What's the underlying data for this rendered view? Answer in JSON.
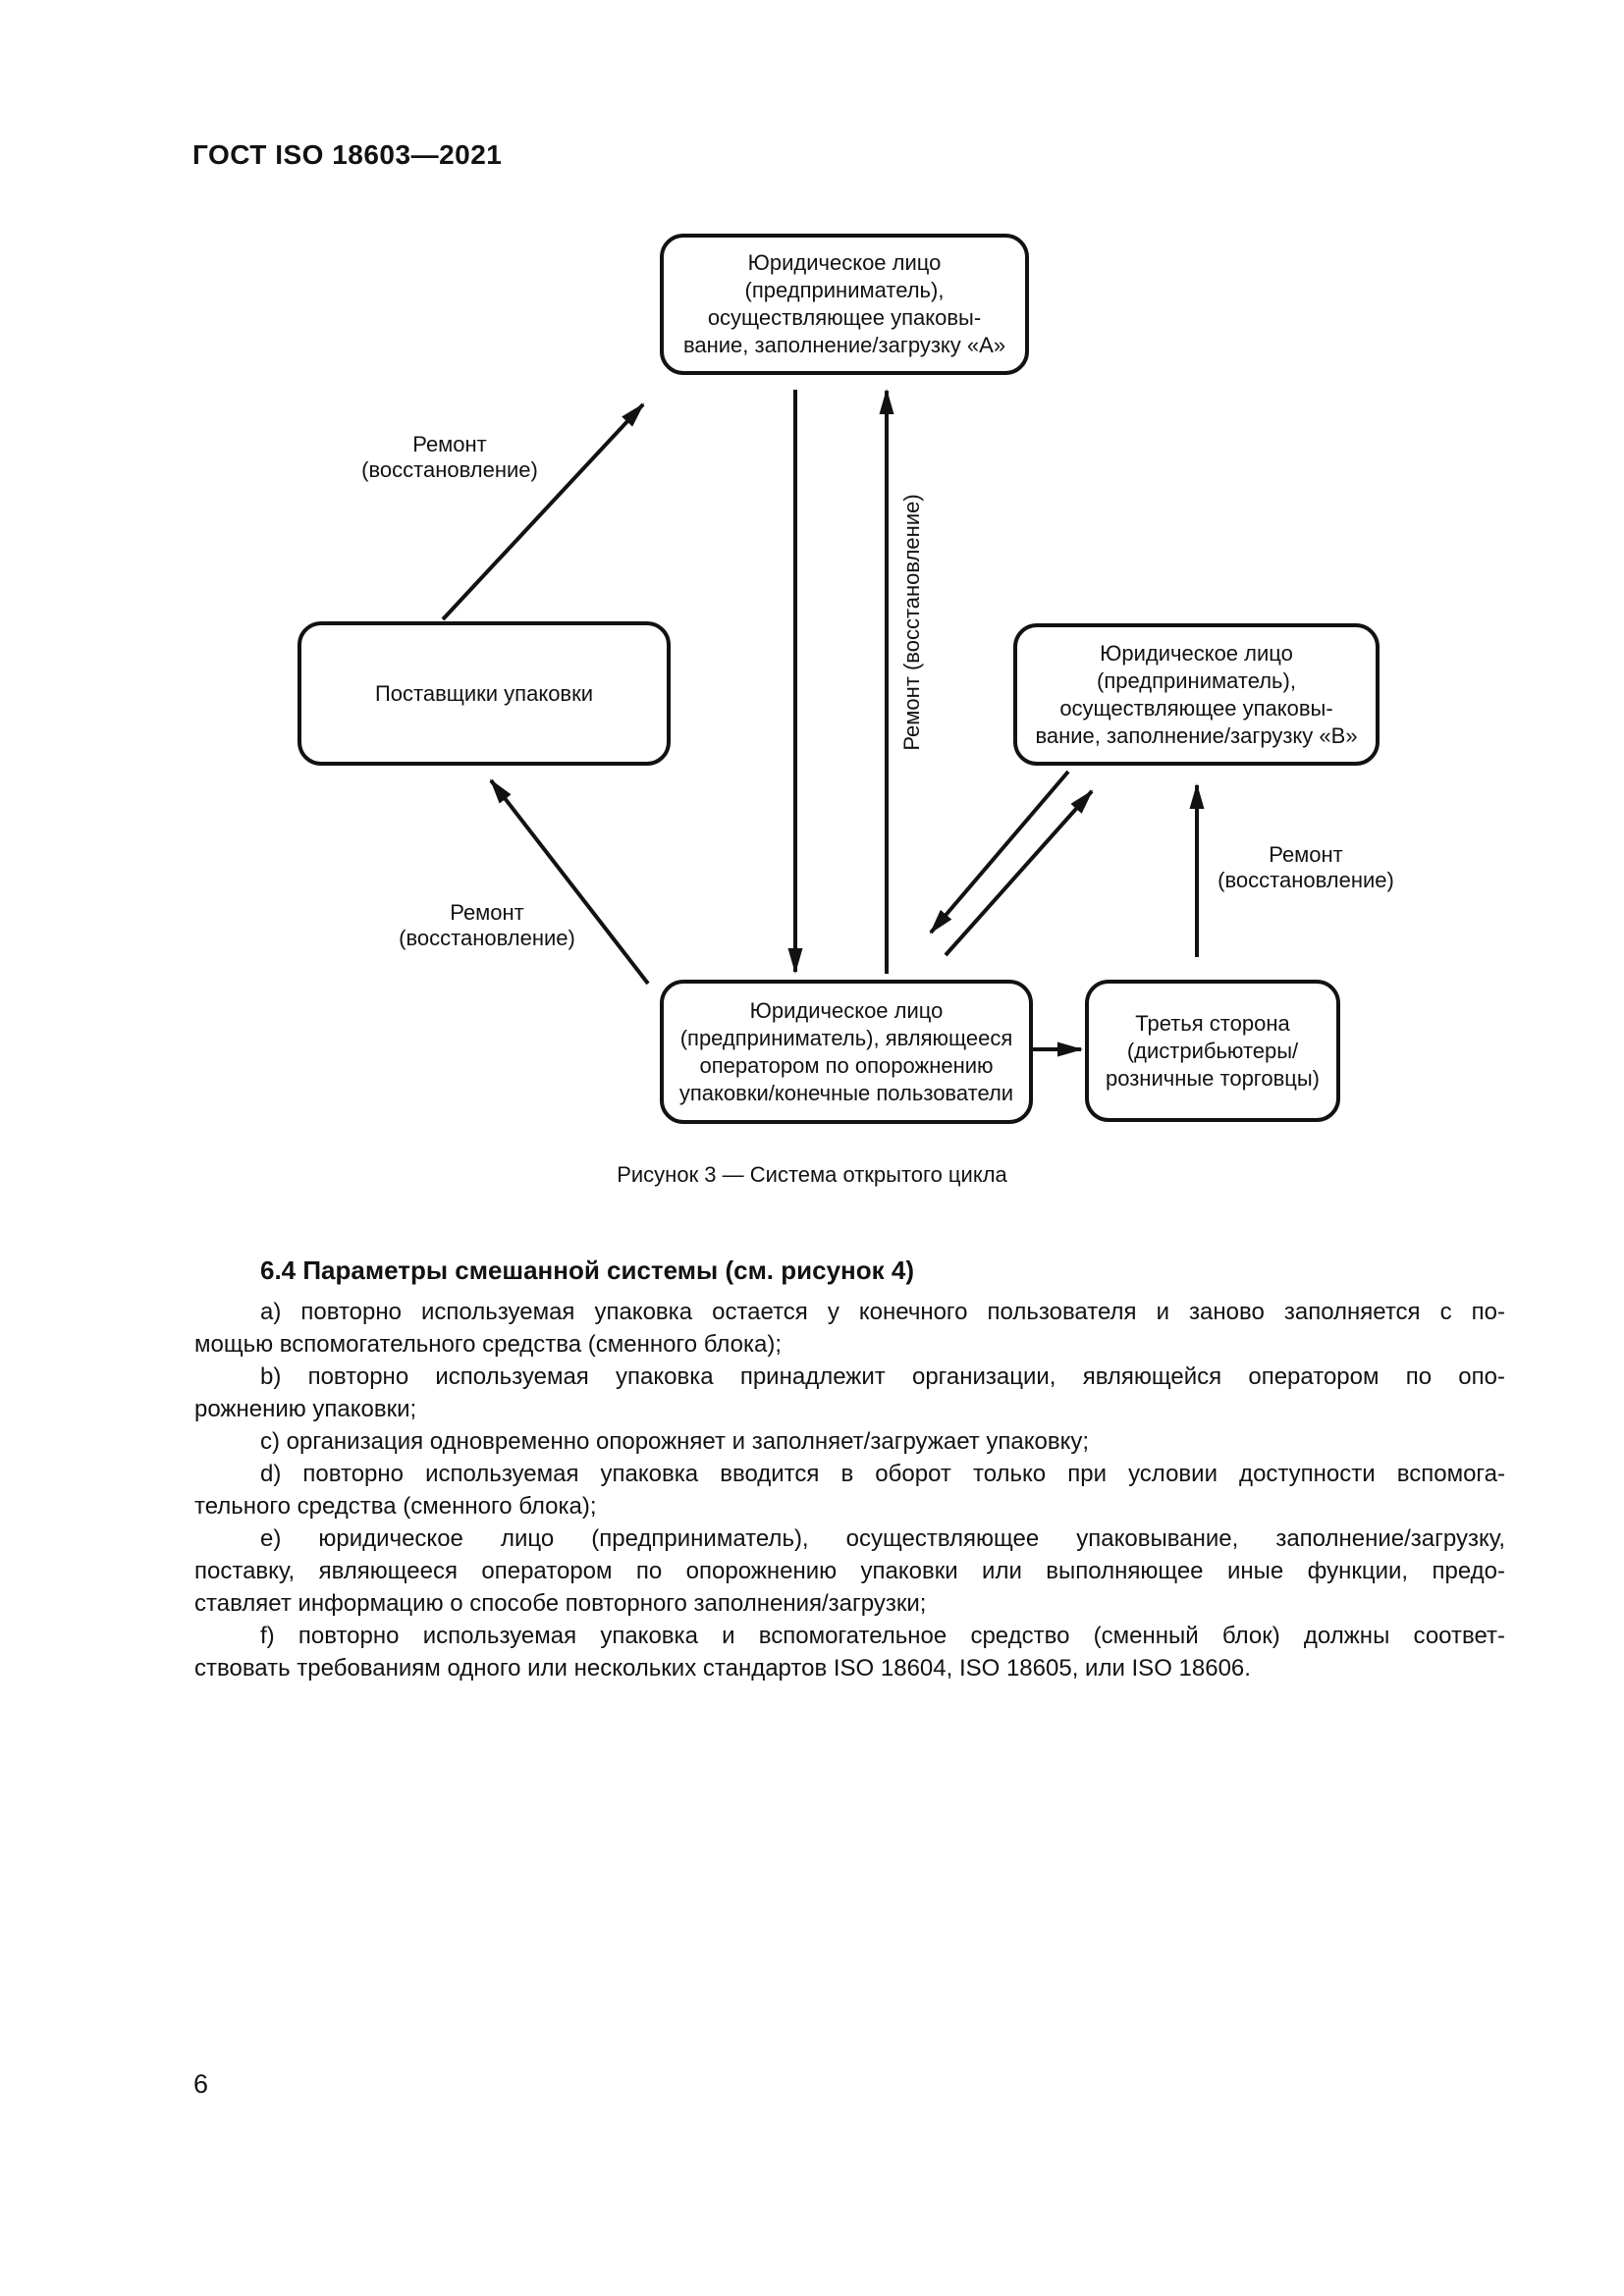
{
  "page": {
    "header": "ГОСТ ISO 18603—2021",
    "number": "6"
  },
  "figure": {
    "caption": "Рисунок 3 — Система открытого цикла",
    "boxes": {
      "top": {
        "lines": [
          "Юридическое лицо",
          "(предприниматель),",
          "осуществляющее упаковы-",
          "вание, заполнение/загрузку «А»"
        ]
      },
      "suppliers": {
        "lines": [
          "Поставщики упаковки"
        ]
      },
      "right": {
        "lines": [
          "Юридическое лицо",
          "(предприниматель),",
          "осуществляющее упаковы-",
          "вание, заполнение/загрузку «В»"
        ]
      },
      "operator": {
        "lines": [
          "Юридическое лицо",
          "(предприниматель), являющееся",
          "оператором по опорожнению",
          "упаковки/конечные пользователи"
        ]
      },
      "third_party": {
        "lines": [
          "Третья сторона",
          "(дистрибьютеры/",
          "розничные торговцы)"
        ]
      }
    },
    "labels": {
      "repair_top_left": {
        "line1": "Ремонт",
        "line2": "(восстановление)"
      },
      "repair_bottom_left": {
        "line1": "Ремонт",
        "line2": "(восстановление)"
      },
      "repair_right": {
        "line1": "Ремонт",
        "line2": "(восстановление)"
      },
      "repair_vertical": "Ремонт (восстановление)"
    }
  },
  "section": {
    "heading": "6.4 Параметры смешанной системы (см. рисунок 4)",
    "lines": [
      "а) повторно используемая упаковка остается у конечного пользователя и заново заполняется с по-",
      "мощью вспомогательного средства (сменного блока);",
      "b) повторно используемая упаковка принадлежит организации, являющейся оператором по опо-",
      "рожнению упаковки;",
      "с) организация одновременно опорожняет и заполняет/загружает упаковку;",
      "d) повторно используемая упаковка вводится в оборот только при условии доступности вспомога-",
      "тельного средства (сменного блока);",
      "е) юридическое лицо (предприниматель), осуществляющее упаковывание, заполнение/загрузку,",
      "поставку, являющееся оператором по опорожнению упаковки или выполняющее иные функции, предо-",
      "ставляет информацию о способе повторного заполнения/загрузки;",
      "f) повторно используемая упаковка и вспомогательное средство (сменный блок) должны соответ-",
      "ствовать требованиям одного или нескольких стандартов ISO 18604, ISO 18605, или ISO 18606."
    ]
  }
}
